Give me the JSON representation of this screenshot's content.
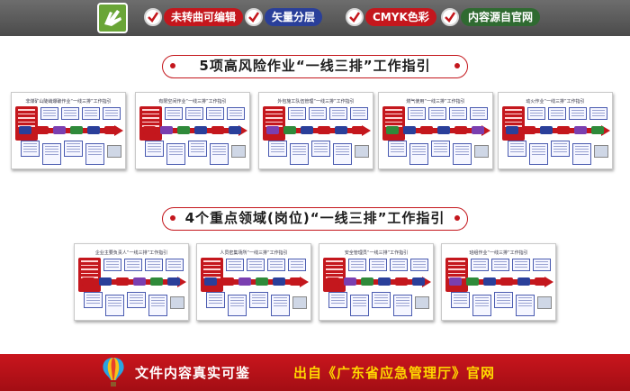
{
  "header": {
    "badges": [
      {
        "label": "未转曲可编辑",
        "color": "red"
      },
      {
        "label": "矢量分层",
        "color": "blue"
      },
      {
        "label": "CMYK色彩",
        "color": "red"
      },
      {
        "label": "内容源自官网",
        "color": "green"
      }
    ]
  },
  "section1": {
    "title": "5项高风险作业“一线三排”工作指引",
    "posters": [
      {
        "title": "非煤矿山陡峭爆破作业“一线三排”工作指引"
      },
      {
        "title": "有限空间作业“一线三排”工作指引"
      },
      {
        "title": "外包施工队伍管理“一线三排”工作指引"
      },
      {
        "title": "燃气使用“一线三排”工作指引"
      },
      {
        "title": "动火作业“一线三排”工作指引"
      }
    ]
  },
  "section2": {
    "title": "4个重点领域(岗位)“一线三排”工作指引",
    "posters": [
      {
        "title": "企业主要负责人“一线三排”工作指引"
      },
      {
        "title": "人员密集场所“一线三排”工作指引"
      },
      {
        "title": "安全管理员“一线三排”工作指引"
      },
      {
        "title": "班组作业“一线三排”工作指引"
      }
    ]
  },
  "footer": {
    "text1": "文件内容真实可鉴",
    "text2": "出自《广东省应急管理厅》官网"
  },
  "colors": {
    "red": "#c4171d",
    "blue": "#2a3f9a",
    "green": "#2f6a31",
    "gray": "#5a5a5a"
  }
}
